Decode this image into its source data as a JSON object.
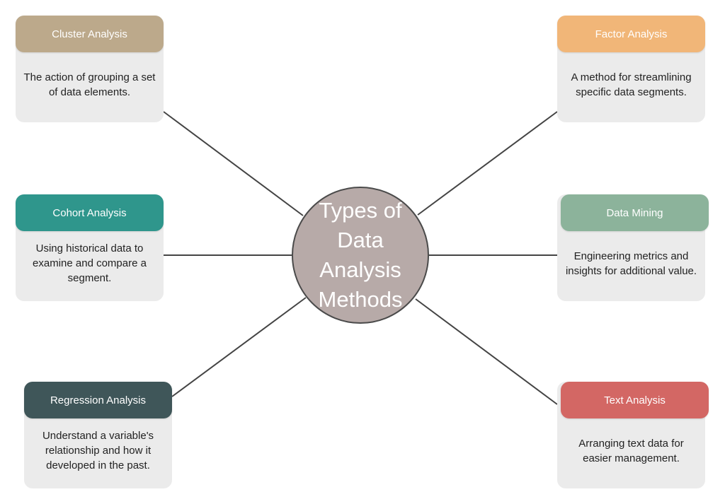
{
  "center": {
    "title": "Types of Data Analysis Methods"
  },
  "nodes": [
    {
      "title": "Cluster Analysis",
      "description": "The action of grouping a set of data elements.",
      "color": "#bca98b"
    },
    {
      "title": "Cohort Analysis",
      "description": "Using historical data to examine and compare a segment.",
      "color": "#2f968c"
    },
    {
      "title": "Regression Analysis",
      "description": "Understand a variable's relationship and how it developed in the past.",
      "color": "#3f5659"
    },
    {
      "title": "Factor Analysis",
      "description": "A method for streamlining specific data segments.",
      "color": "#f1b678"
    },
    {
      "title": "Data Mining",
      "description": "Engineering metrics and insights for additional value.",
      "color": "#8cb39b"
    },
    {
      "title": "Text Analysis",
      "description": "Arranging text data for easier management.",
      "color": "#d36764"
    }
  ]
}
